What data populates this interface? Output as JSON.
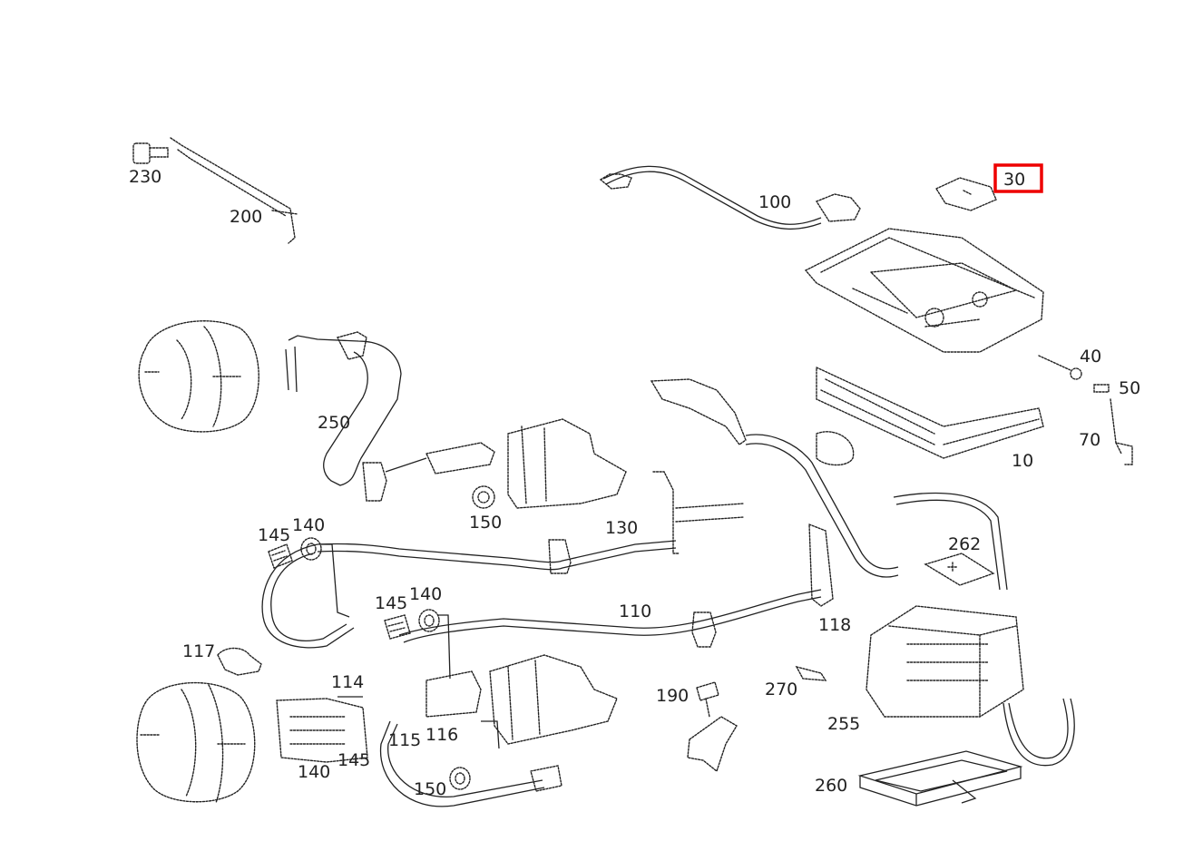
{
  "labels": {
    "l230": "230",
    "l200": "200",
    "l100": "100",
    "l30": "30",
    "l40": "40",
    "l50": "50",
    "l70": "70",
    "l10": "10",
    "l250": "250",
    "l150a": "150",
    "l130": "130",
    "l145a": "145",
    "l140a": "140",
    "l262": "262",
    "l145b": "145",
    "l140b": "140",
    "l110": "110",
    "l118": "118",
    "l117": "117",
    "l114": "114",
    "l190": "190",
    "l270": "270",
    "l115": "115",
    "l116": "116",
    "l255": "255",
    "l145c": "145",
    "l140c": "140",
    "l150b": "150",
    "l260": "260"
  },
  "highlight": {
    "label": "30",
    "color": "#ee0000"
  }
}
